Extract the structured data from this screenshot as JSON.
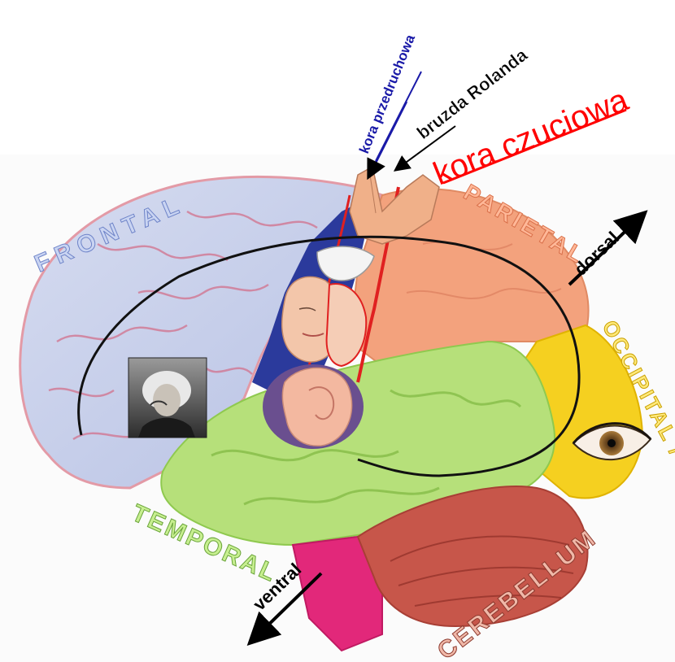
{
  "labels": {
    "frontal": "FRONTAL",
    "parietal": "PARIETAL",
    "occipital": "OCCIPITAL / CAUDAL",
    "temporal": "TEMPORAL",
    "cerebellum": "CEREBELLUM",
    "dorsal": "dorsal",
    "ventral": "ventral",
    "kora_przedruchowa": "kora przedruchowa",
    "bruzda_rolanda": "bruzda Rolanda",
    "kora_czuciowa": "kora czuciowa"
  },
  "colors": {
    "frontal": "#c3cbe6",
    "parietal": "#f2a07a",
    "occipital": "#f4d21e",
    "temporal": "#b9e27a",
    "cerebellum": "#c7564a",
    "brainstem": "#e0297a",
    "motor_strip": "#2b3a9c",
    "sulcus_red": "#e02020",
    "label_blue": "#1a1aa8",
    "label_red": "#ff0000",
    "label_black": "#000000"
  },
  "icons": [
    "portrait-photo",
    "eye-icon",
    "ear-icon",
    "face-icon",
    "hand-icon"
  ]
}
